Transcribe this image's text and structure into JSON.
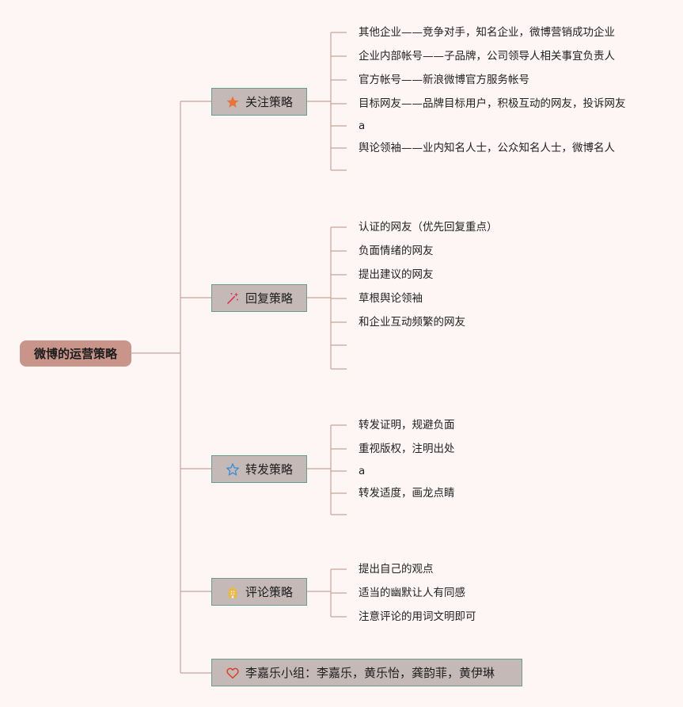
{
  "root": {
    "label": "微博的运营策略"
  },
  "branches": [
    {
      "label": "关注策略",
      "icon": "star-filled-icon",
      "icon_color": "#e8743b",
      "items": [
        "其他企业——竞争对手，知名企业，微博营销成功企业",
        "企业内部帐号——子品牌，公司领导人相关事宜负责人",
        "官方帐号——新浪微博官方服务帐号",
        "目标网友——品牌目标用户，积极互动的网友，投诉网友",
        "a",
        "舆论领袖——业内知名人士，公众知名人士，微博名人",
        ""
      ]
    },
    {
      "label": "回复策略",
      "icon": "magic-wand-icon",
      "icon_color": "#e0365a",
      "items": [
        "认证的网友（优先回复重点）",
        "负面情绪的网友",
        "提出建议的网友",
        "草根舆论领袖",
        "和企业互动频繁的网友",
        "",
        ""
      ]
    },
    {
      "label": "转发策略",
      "icon": "star-outline-icon",
      "icon_color": "#3a8fd6",
      "items": [
        "转发证明，规避负面",
        "重视版权，注明出处",
        "a",
        "转发适度，画龙点睛",
        ""
      ]
    },
    {
      "label": "评论策略",
      "icon": "building-icon",
      "icon_color": "#e8b84a",
      "items": [
        "提出自己的观点",
        "适当的幽默让人有同感",
        "注意评论的用词文明即可"
      ]
    },
    {
      "label": "李嘉乐小组：李嘉乐，黄乐怡，龚韵菲，黄伊琳",
      "icon": "heart-outline-icon",
      "icon_color": "#d9412f",
      "items": []
    }
  ],
  "colors": {
    "background": "#fdf6f5",
    "root_fill": "#c9958b",
    "branch_fill": "#c4b9b6",
    "branch_border": "#6c9a93",
    "connector": "#c9a49b"
  }
}
